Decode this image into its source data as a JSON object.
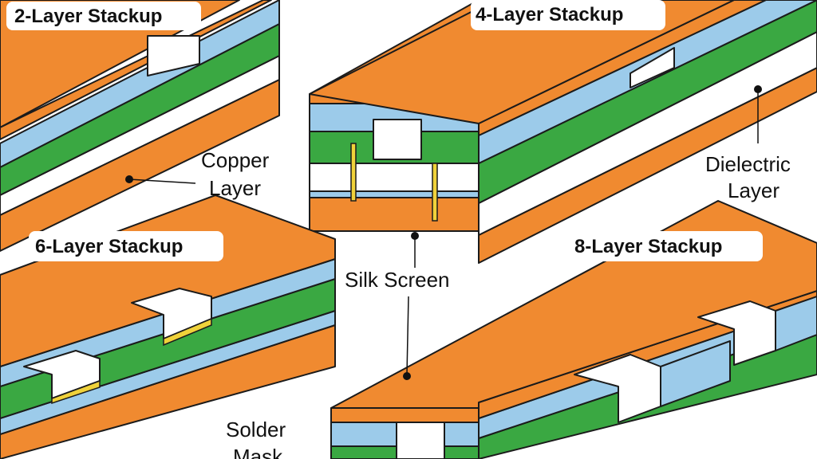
{
  "stackups": [
    {
      "id": "2-layer",
      "title": "2-Layer Stackup"
    },
    {
      "id": "4-layer",
      "title": "4-Layer Stackup"
    },
    {
      "id": "6-layer",
      "title": "6-Layer Stackup"
    },
    {
      "id": "8-layer",
      "title": "8-Layer Stackup"
    }
  ],
  "callouts": {
    "copper_layer": [
      "Copper",
      "Layer"
    ],
    "dielectric_layer": [
      "Dielectric",
      "Layer"
    ],
    "silk_screen": [
      "Silk Screen"
    ],
    "solder_mask": [
      "Solder",
      "Mask"
    ]
  },
  "colors": {
    "copper": "#f08a30",
    "dielectric": "#9ccbea",
    "core": "#3aa842",
    "white": "#ffffff",
    "via": "#f0d23a",
    "outline": "#1b1b1b"
  }
}
